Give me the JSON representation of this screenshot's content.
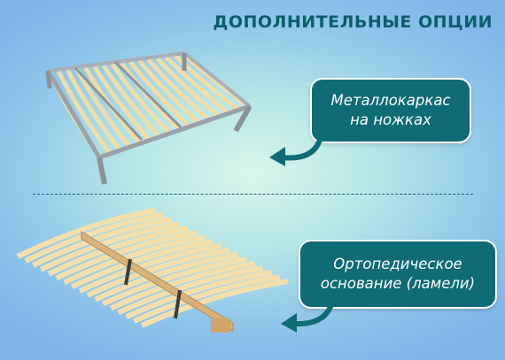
{
  "header": {
    "title": "ДОПОЛНИТЕЛЬНЫЕ ОПЦИИ"
  },
  "options": [
    {
      "line1": "Металлокаркас",
      "line2": "на ножках",
      "image": "metal-frame-with-legs"
    },
    {
      "line1": "Ортопедическое",
      "line2": "основание (ламели)",
      "image": "orthopedic-slat-base"
    }
  ],
  "icons": {
    "arrow": "curved-arrow-icon"
  },
  "colors": {
    "accent": "#0f6b76",
    "title": "#0c5d6a",
    "slat": "#f2dda6",
    "frame": "#9aa1a8"
  }
}
